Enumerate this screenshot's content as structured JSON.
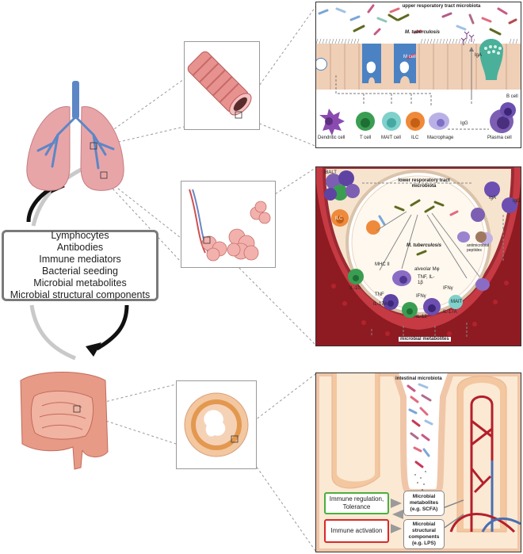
{
  "center_box": {
    "lines": [
      "Lymphocytes",
      "Antibodies",
      "Immune mediators",
      "Bacterial seeding",
      "Microbial metabolites",
      "Microbial structural components"
    ]
  },
  "upper_panel": {
    "microbiota_title": "upper resporatory tract microbiota",
    "pathogen": "M. tuberculosis",
    "m_cell": "M cell",
    "iga": "IgA",
    "igg": "IgG",
    "b_cell": "B cell",
    "cells": [
      "Dendritic cell",
      "T cell",
      "MAIT cell",
      "ILC",
      "Macrophage",
      "Plasma cell"
    ]
  },
  "lower_panel": {
    "ibalt": "iBALT",
    "microbiota_title": "lower resporatory tract microbiota",
    "pathogen": "M. tuberculosis",
    "ilc": "ILC",
    "mhc": "MHC II",
    "alveolar": "alveolar Mφ",
    "tnf_il1b": "TNF, IL-1β",
    "il10": "IL-10",
    "tnf": "TNF",
    "il17a_left": "IL-17A",
    "ifng_left": "IFNγ",
    "il12": "IL-12",
    "ifng_right": "IFNγ",
    "il17a_right": "IL-17A",
    "mait": "MAIT",
    "amp": "antimicrobial peptides",
    "iga": "IgA",
    "igg": "IgG",
    "metabolites": "microbial metabolites"
  },
  "gut_panel": {
    "microbiota_title": "intestinal microbiota",
    "metabolites_box": "Microbial metabolites (e.g. SCFA)",
    "structural_box": "Microbial structural components (e.g. LPS)",
    "regulation": "Immune regulation, Tolerance",
    "activation": "Immune activation"
  },
  "colors": {
    "lung": "#e8a5a8",
    "airway": "#5d86c6",
    "gut": "#e79a86",
    "regulation_border": "#4caf3e",
    "activation_border": "#d82a2a",
    "tissue": "#f3c7a0",
    "vessel": "#b41f2b"
  }
}
